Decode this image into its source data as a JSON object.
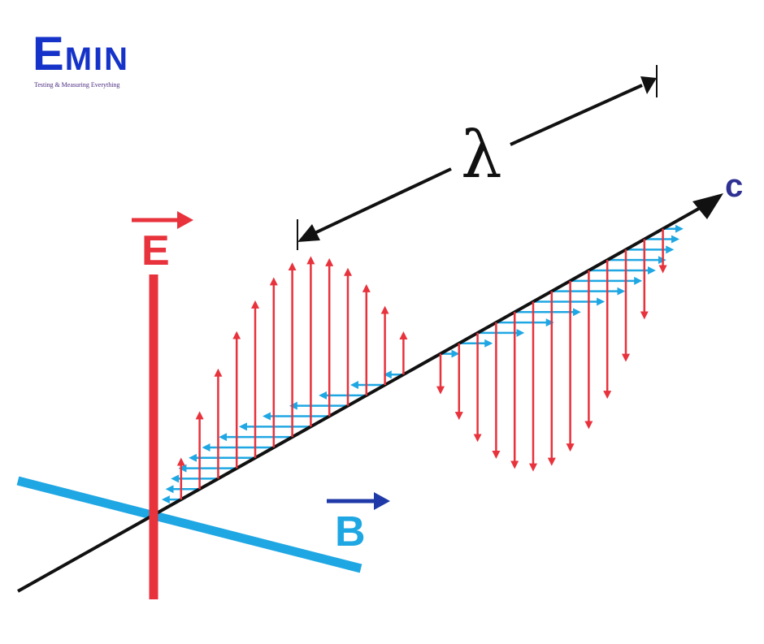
{
  "logo": {
    "first_letter": "E",
    "rest": "MIN",
    "tagline": "Testing & Measuring Everything"
  },
  "labels": {
    "lambda": "λ",
    "speed": "c",
    "electric": "E",
    "magnetic": "B"
  },
  "colors": {
    "electric": "#e8323c",
    "magnetic": "#1fa7e3",
    "axis": "#111111",
    "speed_label": "#2e3192",
    "magnetic_label": "#1fa7e3",
    "magnetic_vector_arrow": "#1f3aa8",
    "logo": "#1633c9"
  },
  "icons": {
    "electric_field_arrow": "arrow-right-icon",
    "magnetic_field_arrow": "arrow-right-icon",
    "propagation_arrow": "arrow-head-icon"
  }
}
